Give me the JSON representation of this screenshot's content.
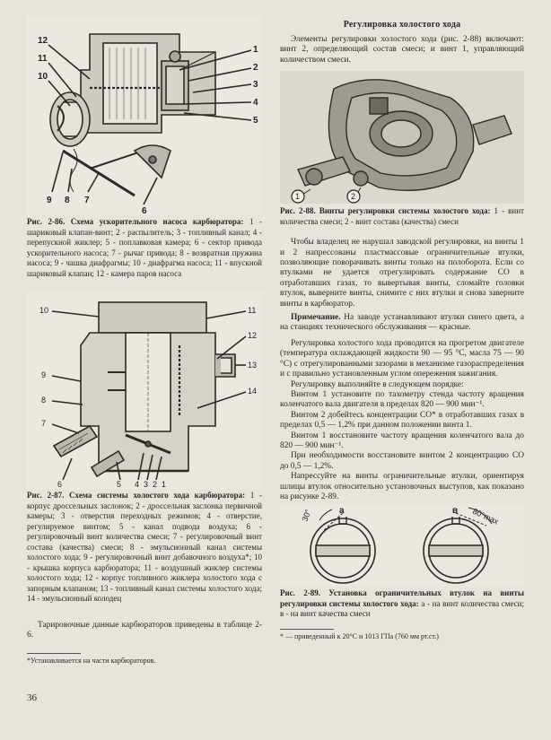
{
  "page_number": "36",
  "fig86": {
    "labels": [
      "12",
      "11",
      "10",
      "1",
      "2",
      "3",
      "4",
      "5",
      "9",
      "8",
      "7",
      "6"
    ],
    "caption_title": "Рис. 2-86. Схема ускорительного насоса карбюратора:",
    "caption_text": " 1 - шариковый клапан-винт; 2 - распылитель; 3 - топливный канал; 4 - перепускной жиклер; 5 - поплавковая камера; 6 - сектор привода ускорительного насоса; 7 - рычаг привода; 8 - возвратная пружина насоса; 9 - чашка диафрагмы; 10 - диафрагма насоса; 11 - впускной шариковый клапан; 12 - камера паров насоса"
  },
  "fig87": {
    "labels": [
      "10",
      "9",
      "8",
      "7",
      "11",
      "12",
      "13",
      "14",
      "6",
      "5",
      "4",
      "3",
      "2",
      "1"
    ],
    "caption_title": "Рис. 2-87. Схема системы холостого хода карбюратора:",
    "caption_text": " 1 - корпус дроссельных заслонок; 2 - дроссельная заслонка первичной камеры; 3 - отверстия переходных режимов; 4 - отверстие, регулируемое винтом; 5 - канал подвода воздуха; 6 - регулировочный винт количества смеси; 7 - регулировочный винт состава (качества) смеси; 8 - эмульсионный канал системы холостого хода; 9 - регулировочный винт добавочного воздуха*; 10 - крышка корпуса карбюратора; 11 - воздушный жиклер системы холостого хода; 12 - корпус топливного жиклера холостого хода с запорным клапаном; 13 - топливный канал системы холостого хода; 14 - эмульсионный колодец"
  },
  "left_bottom": {
    "para": "Тарировочные данные карбюраторов приведены в таблице 2-6.",
    "footnote": "*Устанавливается на части карбюраторов."
  },
  "right": {
    "heading": "Регулировка холостого хода",
    "intro": "Элементы регулировки холостого хода (рис. 2-88) включают: винт 2, определяющий состав смеси; и винт 1, управляющий количеством смеси.",
    "fig88": {
      "labels": [
        "1",
        "2"
      ],
      "caption_title": "Рис. 2-88. Винты регулировки системы холостого хода:",
      "caption_text": " 1 - винт количества смеси; 2 - винт состава (качества) смеси"
    },
    "p1": "Чтобы владелец не нарушал заводской регулировки, на винты 1 и 2 напрессованы пластмассовые ограничительные втулки, позволяющие поворачивать винты только на полоборота. Если со втулками не удается отрегулировать содержание CO в отработавших газах, то вывертывая винты, сломайте головки втулок, выверните винты, снимите с них втулки и снова заверните винты в карбюратор.",
    "note_label": "Примечание.",
    "note_text": " На заводе устанавливают втулки синего цвета, а на станциях технического обслуживания — красные.",
    "p2": "Регулировка холостого хода проводится на прогретом двигателе (температура охлаждающей жидкости 90 — 95 °С, масла 75 — 90 °С) с отрегулированными зазорами в механизме газораспределения и с правильно установленным углом опережения зажигания.",
    "p3": "Регулировку выполняйте в следующем порядке:",
    "p4": "Винтом 1 установите по тахометру стенда частоту вращения коленчатого вала двигателя в пределах 820 — 900 мин⁻¹.",
    "p5": "Винтом 2 добейтесь концентрации CO* в отработавших газах в пределах 0,5 — 1,2% при данном положении винта 1.",
    "p6": "Винтом 1 восстановите частоту вращения коленчатого вала до 820 — 900 мин⁻¹.",
    "p7": "При необходимости восстановите винтом 2 концентрацию CO до 0,5 — 1,2%.",
    "p8": "Напрессуйте на винты ограничительные втулки, ориентируя шлицы втулок относительно установочных выступов, как показано на рисунке 2-89.",
    "fig89": {
      "label_a": "a",
      "label_b": "в",
      "angle_a": "30°",
      "angle_b": "80°max",
      "caption_title": "Рис. 2-89. Установка ограничительных втулок на винты регулировки системы холостого хода:",
      "caption_text": " а - на винт количества смеси; в - на винт качества смеси"
    },
    "footnote": "* — приведенный к 20°С и 1013 ГПа (760 мм рт.ст.)"
  }
}
